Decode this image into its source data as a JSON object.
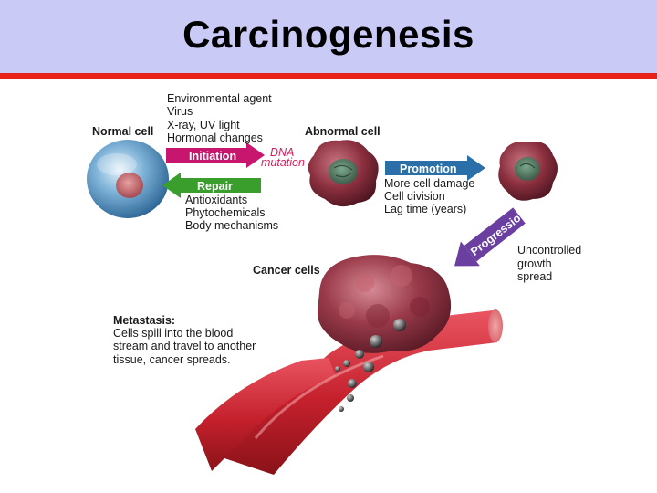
{
  "title": "Carcinogenesis",
  "labels": {
    "normal_cell": "Normal cell",
    "abnormal_cell": "Abnormal cell",
    "cancer_cells": "Cancer cells",
    "metastasis_heading": "Metastasis:"
  },
  "initiation_factors": [
    "Environmental agent",
    "Virus",
    "X-ray, UV light",
    "Hormonal changes"
  ],
  "dna_mutation": [
    "DNA",
    "mutation"
  ],
  "repair_factors": [
    "Antioxidants",
    "Phytochemicals",
    "Body mechanisms"
  ],
  "promotion_factors": [
    "More cell damage",
    "Cell division",
    "Lag time (years)"
  ],
  "progression_factors": [
    "Uncontrolled",
    "growth",
    "spread"
  ],
  "metastasis_text": [
    "Cells spill into the blood",
    "stream and travel to another",
    "tissue, cancer spreads."
  ],
  "arrows": {
    "initiation": "Initiation",
    "repair": "Repair",
    "promotion": "Promotion",
    "progression": "Progression"
  },
  "colors": {
    "title_bar": "#c9caf6",
    "rule": "#e8211a",
    "initiation": "#c8166e",
    "repair": "#3a9e2c",
    "promotion": "#2b6fa8",
    "progression": "#6a3fa0",
    "dna_mutation": "#d4205a"
  }
}
